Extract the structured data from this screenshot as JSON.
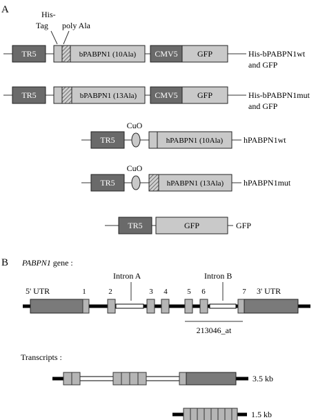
{
  "panel_a": {
    "label": "A",
    "his_tag": "His-\nTag",
    "poly_ala": "poly Ala",
    "cuo": "CuO",
    "tr5": "TR5",
    "cmv5": "CMV5",
    "gfp": "GFP",
    "constructs": [
      {
        "insert": "bPABPN1 (10Ala)",
        "name_line1": "His-bPABPN1wt",
        "name_line2": "and GFP"
      },
      {
        "insert": "bPABPN1 (13Ala)",
        "name_line1": "His-bPABPN1mut",
        "name_line2": "and GFP"
      },
      {
        "insert": "hPABPN1 (10Ala)",
        "name": "hPABPN1wt"
      },
      {
        "insert": "hPABPN1 (13Ala)",
        "name": "hPABPN1mut"
      },
      {
        "name": "GFP"
      }
    ]
  },
  "panel_b": {
    "label": "B",
    "gene_title_italic": "PABPN1",
    "gene_title_rest": " gene :",
    "utr5": "5' UTR",
    "utr3": "3' UTR",
    "intron_a": "Intron A",
    "intron_b": "Intron B",
    "exon_numbers": [
      "1",
      "2",
      "3",
      "4",
      "5",
      "6",
      "7"
    ],
    "probe": "213046_at",
    "transcripts_title": "Transcripts :",
    "transcript_sizes": [
      "3.5 kb",
      "1.5 kb"
    ]
  },
  "colors": {
    "dark_box": "#6a6a6a",
    "light_box": "#c9c9c9",
    "exon": "#b5b5b5",
    "utr": "#7a7a7a"
  }
}
